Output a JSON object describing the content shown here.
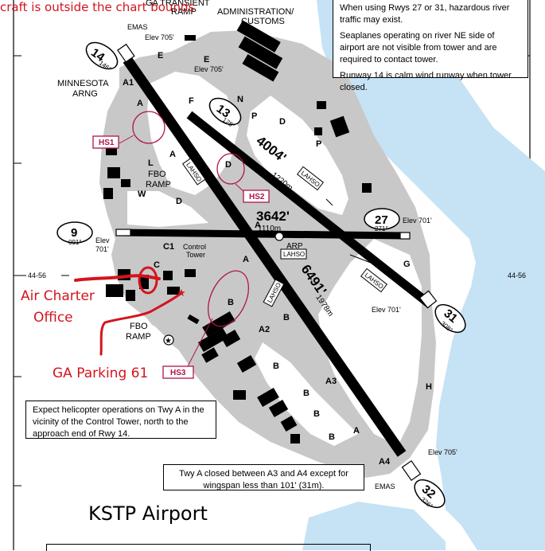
{
  "overlay": {
    "banner_text": "craft is outside the chart bounds",
    "air_charter_line1": "Air Charter",
    "air_charter_line2": "Office",
    "ga_parking": "GA Parking 61"
  },
  "map_title": "KSTP Airport",
  "notes": {
    "info_box": [
      "When using Rwys 27 or 31, hazardous river traffic may exist.",
      "Seaplanes operating on river NE side of airport are not visible from tower and are required to contact tower.",
      "Runway 14 is calm wind runway when tower closed."
    ],
    "helicopter": "Expect helicopter operations on Twy A in the vicinity of the Control Tower, north to the approach end of Rwy 14.",
    "twy_a_closure": "Twy A closed between A3 and A4 except for wingspan less than 101' (31m)."
  },
  "coordinates": {
    "left": "44-56",
    "right": "44-56"
  },
  "runways": [
    {
      "ends": [
        "14",
        "32"
      ],
      "headings": [
        "146°",
        "326°"
      ],
      "length_ft": "6491'",
      "length_m": "1978m"
    },
    {
      "ends": [
        "13",
        "31"
      ],
      "headings": [
        "128°",
        "308°"
      ],
      "length_ft": "4004'",
      "length_m": "1220m"
    },
    {
      "ends": [
        "9",
        "27"
      ],
      "headings": [
        "091°",
        "271°"
      ],
      "length_ft": "3642'",
      "length_m": "1110m"
    }
  ],
  "elevations": {
    "emas_nw_elev": "Elev 705'",
    "rwy13_elev": "Elev 705'",
    "rwy9_elev_line1": "Elev",
    "rwy9_elev_line2": "701'",
    "rwy27_elev": "Elev 701'",
    "rwy31_elev": "Elev 701'",
    "rwy32_elev": "Elev 705'"
  },
  "labels": {
    "emas": "EMAS",
    "emas_se": "EMAS",
    "ga_transient_ramp_line1": "GA TRANSIENT",
    "ga_transient_ramp_line2": "RAMP",
    "admin_customs_line1": "ADMINISTRATION/",
    "admin_customs_line2": "CUSTOMS",
    "minnesota_arng_line1": "MINNESOTA",
    "minnesota_arng_line2": "ARNG",
    "fbo_ramp_nw_line1": "FBO",
    "fbo_ramp_nw_line2": "RAMP",
    "fbo_ramp_sw_line1": "FBO",
    "fbo_ramp_sw_line2": "RAMP",
    "control_tower_line1": "Control",
    "control_tower_line2": "Tower",
    "arp": "ARP"
  },
  "hotspots": [
    "HS1",
    "HS2",
    "HS3"
  ],
  "lahso": "LAHSO",
  "taxiways": [
    "A1",
    "A",
    "E",
    "E",
    "N",
    "F",
    "P",
    "D",
    "P",
    "L",
    "A",
    "D",
    "W",
    "D",
    "C1",
    "C",
    "A",
    "B",
    "A2",
    "A3",
    "A4",
    "B",
    "B",
    "B",
    "B",
    "B",
    "A",
    "A",
    "A",
    "G",
    "H"
  ],
  "colors": {
    "river": "#c6e2f5",
    "pavement": "#c8c8c8",
    "runway": "#000000",
    "hotspot": "#b0144a",
    "annotation_red": "#d4141e"
  }
}
